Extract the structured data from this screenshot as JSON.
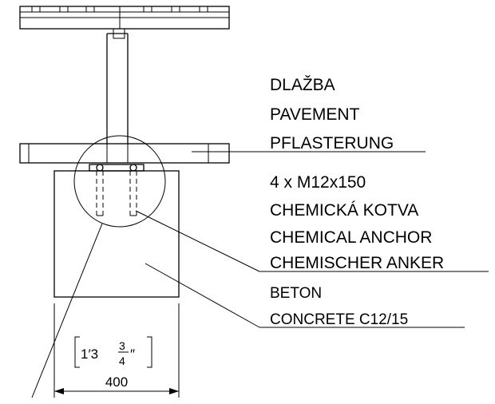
{
  "labels": {
    "pavement": [
      "DLAŽBA",
      "PAVEMENT",
      "PFLASTERUNG"
    ],
    "anchor": [
      "4 x M12x150",
      "CHEMICKÁ KOTVA",
      "CHEMICAL ANCHOR",
      "CHEMISCHER ANKER"
    ],
    "concrete": [
      "BETON",
      "CONCRETE C12/15"
    ]
  },
  "dimension": {
    "imperial_prefix": "1′3",
    "imperial_numerator": "3",
    "imperial_denominator": "4",
    "imperial_suffix": "″",
    "metric": "400"
  }
}
